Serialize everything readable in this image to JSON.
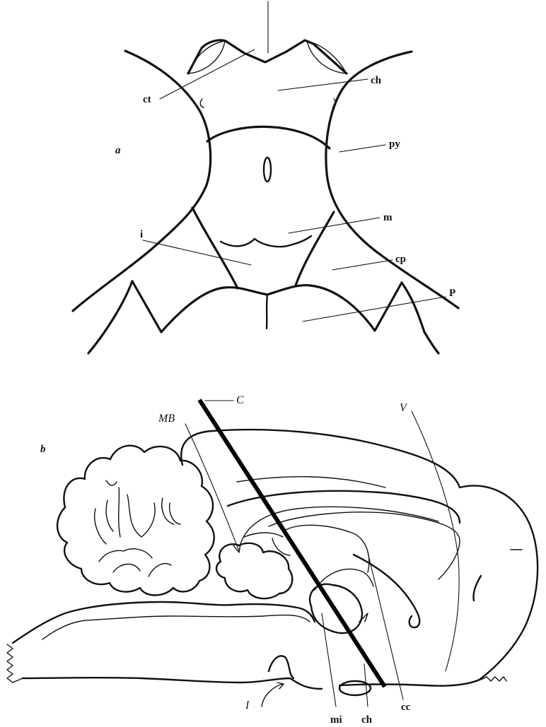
{
  "panel_a": {
    "caption": "a",
    "labels": {
      "ct": "ct",
      "ch": "ch",
      "py": "py",
      "m": "m",
      "i": "i",
      "cp": "cp",
      "P": "P"
    }
  },
  "panel_b": {
    "caption": "b",
    "labels": {
      "MB": "MB",
      "C": "C",
      "V": "V",
      "I": "I",
      "mi": "mi",
      "ch": "ch",
      "cc": "cc"
    }
  }
}
